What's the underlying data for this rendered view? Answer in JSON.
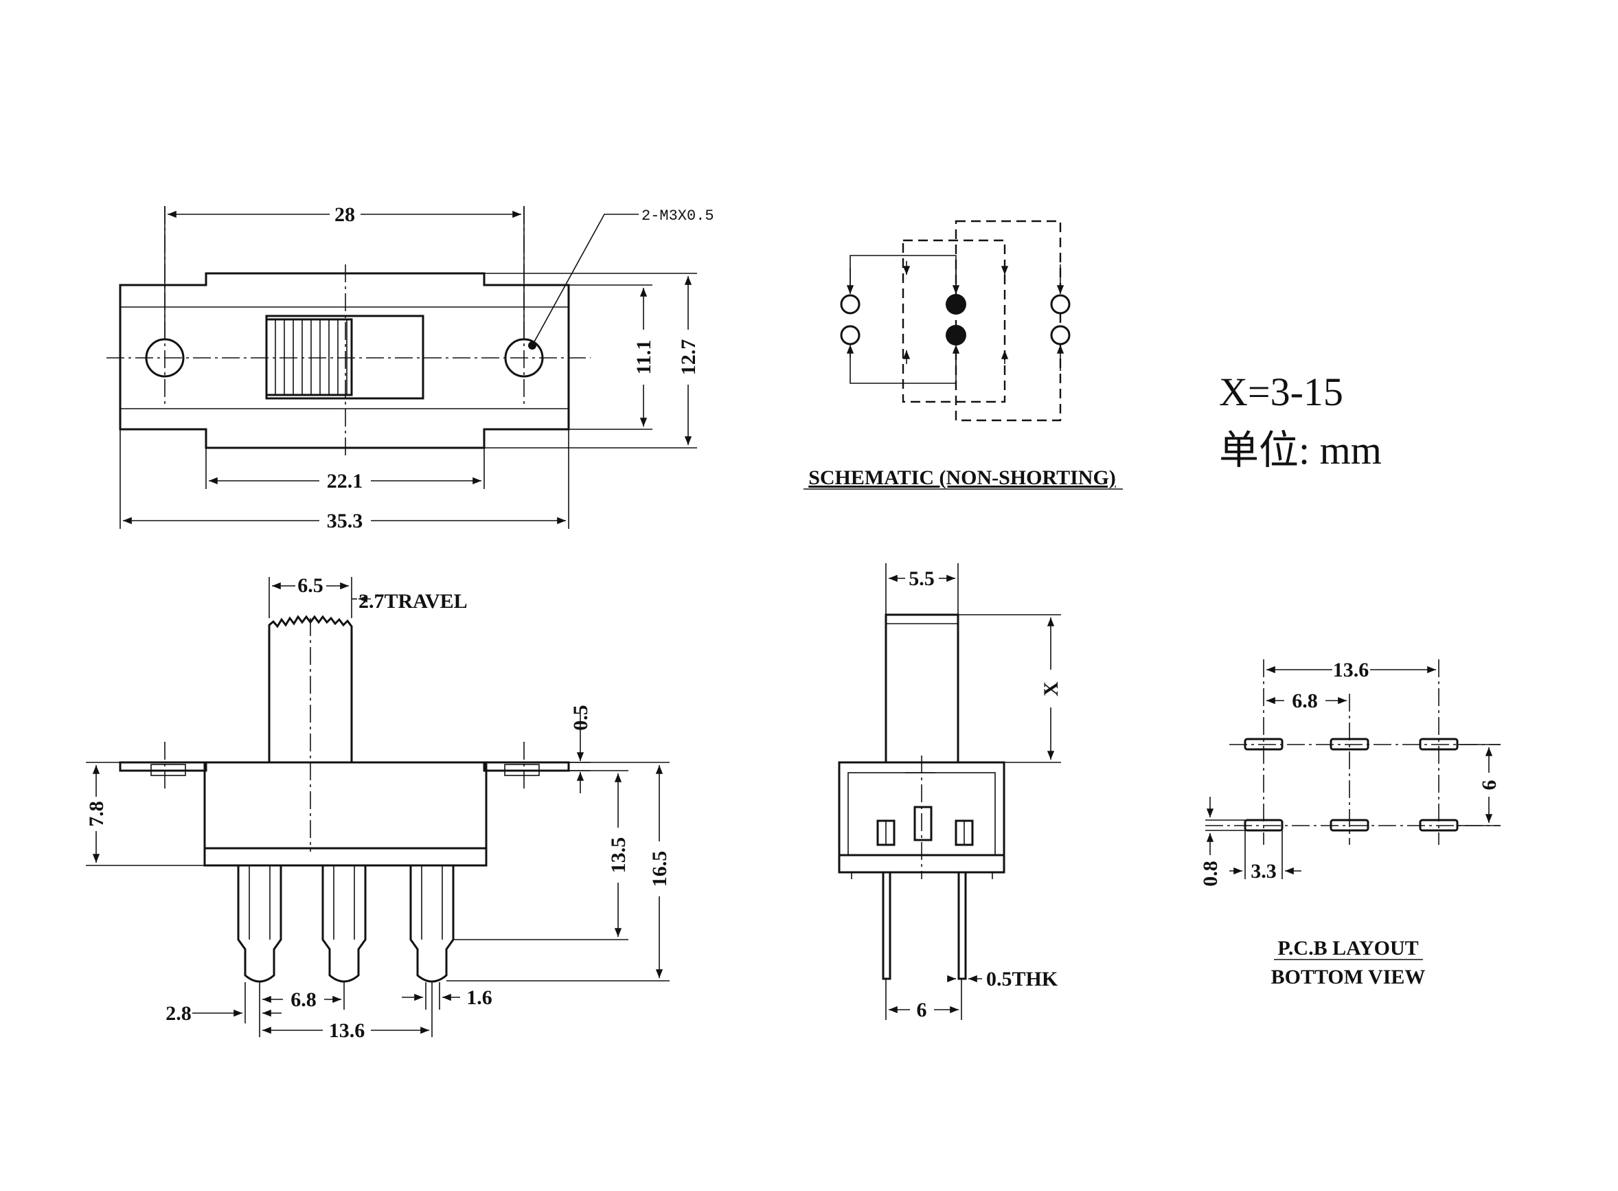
{
  "top_view": {
    "dim_overall": "35.3",
    "dim_mount_pitch": "28",
    "dim_body_width": "22.1",
    "dim_inner_height": "11.1",
    "dim_outer_height": "12.7",
    "screw_label": "2-M3X0.5"
  },
  "schematic": {
    "title": "SCHEMATIC (NON-SHORTING)"
  },
  "notes": {
    "x_range": "X=3-15",
    "unit": "单位:  mm"
  },
  "front_view": {
    "dim_actuator_width": "6.5",
    "dim_travel": "2.7TRAVEL",
    "dim_flange": "0.5",
    "dim_body_height": "7.8",
    "dim_terminal_13_5": "13.5",
    "dim_terminal_16_5": "16.5",
    "dim_terminal_width": "2.8",
    "dim_pitch": "6.8",
    "dim_span": "13.6",
    "dim_pin_width": "1.6"
  },
  "side_view": {
    "dim_actuator": "5.5",
    "dim_x": "X",
    "dim_thickness": "0.5THK",
    "dim_pin_spacing": "6"
  },
  "pcb_layout": {
    "dim_span": "13.6",
    "dim_pitch": "6.8",
    "dim_row_spacing": "6",
    "dim_slot_width": "0.8",
    "dim_slot_length": "3.3",
    "title_line1": "P.C.B LAYOUT",
    "title_line2": "BOTTOM VIEW"
  }
}
